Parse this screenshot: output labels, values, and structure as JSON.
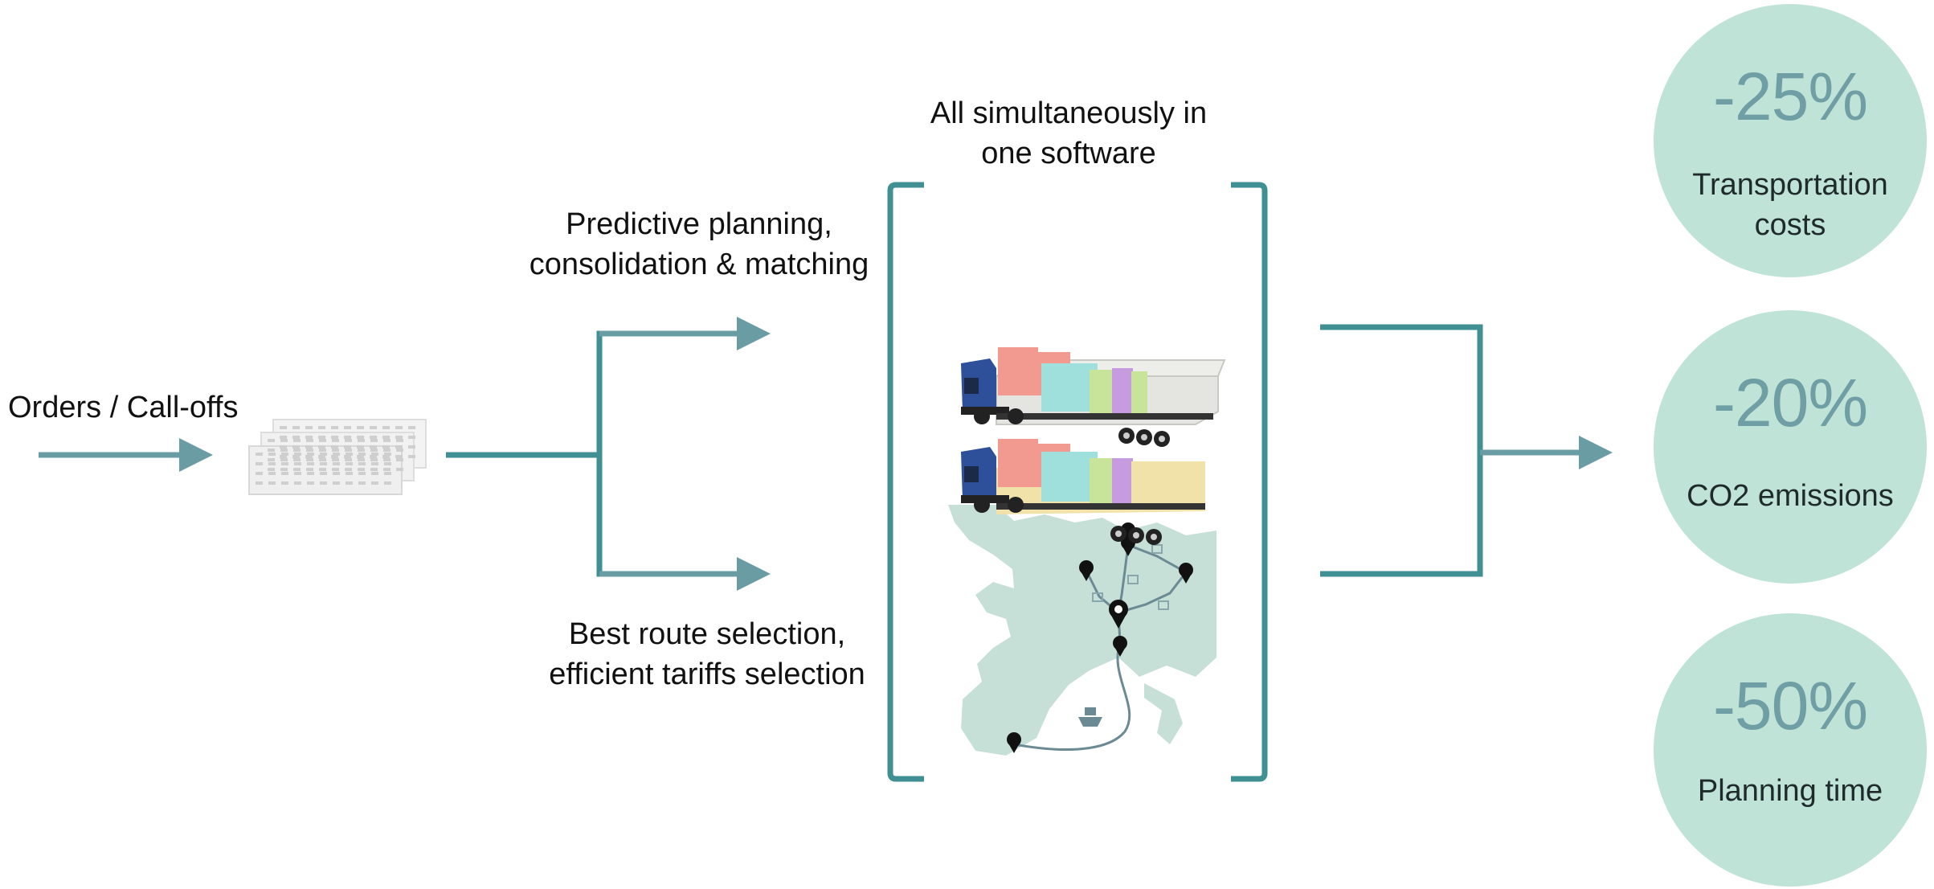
{
  "input": {
    "label": "Orders / Call-offs"
  },
  "branches": {
    "top_label_line1": "Predictive planning,",
    "top_label_line2": "consolidation & matching",
    "bottom_label_line1": "Best route selection,",
    "bottom_label_line2": "efficient tariffs selection"
  },
  "center": {
    "title_line1": "All simultaneously in",
    "title_line2": "one software"
  },
  "results": [
    {
      "value": "-25%",
      "label_line1": "Transportation",
      "label_line2": "costs"
    },
    {
      "value": "-20%",
      "label_line1": "CO2 emissions",
      "label_line2": ""
    },
    {
      "value": "-50%",
      "label_line1": "Planning time",
      "label_line2": ""
    }
  ],
  "colors": {
    "line": "#3f8f93",
    "arrow": "#6a9ca3",
    "circle": "#bfe3d6",
    "percent": "#6f9ea5",
    "map": "#c7e0d7",
    "route": "#6c8a93"
  },
  "cargo_colors": [
    "#f29a90",
    "#9fe0dc",
    "#c8e39a",
    "#c79be0",
    "#f0e2a8"
  ]
}
